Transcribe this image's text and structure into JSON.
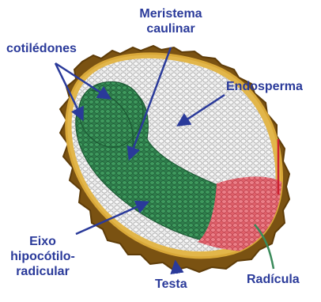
{
  "labels": {
    "meristema": [
      "Meristema",
      "caulinar"
    ],
    "cotiledones": "cotilédones",
    "endosperma": "Endosperma",
    "eixo": [
      "Eixo",
      "hipocótilo-",
      "radicular"
    ],
    "testa": "Testa",
    "radicula": "Radícula"
  },
  "colors": {
    "label_text": "#2a3a9a",
    "arrow": "#2a3a9a",
    "testa": "#7a5212",
    "endosperm": "#e6e6e6",
    "embryo": "#2f7d4c",
    "radicle": "#e0606a",
    "red_line": "#cc2030",
    "green_line": "#3a8a5a"
  }
}
